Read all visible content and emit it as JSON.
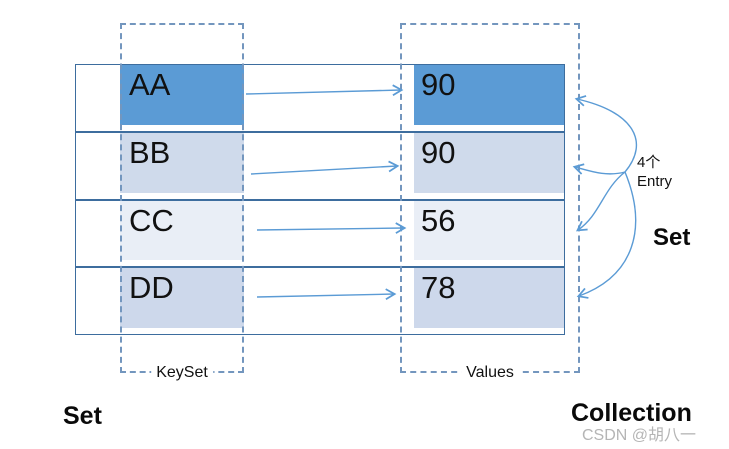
{
  "diagram": {
    "rows": [
      {
        "key": "AA",
        "value": "90"
      },
      {
        "key": "BB",
        "value": "90"
      },
      {
        "key": "CC",
        "value": "56"
      },
      {
        "key": "DD",
        "value": "78"
      }
    ],
    "keyset_label": "KeySet",
    "values_label": "Values",
    "set_label_left": "Set",
    "set_label_right": "Set",
    "collection_label": "Collection",
    "entry_annotation_line1": "4个",
    "entry_annotation_line2": "Entry",
    "watermark": "CSDN @胡八一"
  },
  "colors": {
    "accent_blue": "#5B9BD5",
    "table_line": "#3D6D9E",
    "dash_border": "#7396BE",
    "row1_fill": "#5B9BD5",
    "row2_fill": "#CFDAEB",
    "row3_fill": "#E9EEF6",
    "row4_fill": "#CDD8EB",
    "text_black": "#111111",
    "watermark_gray": "#B5B5B5"
  }
}
